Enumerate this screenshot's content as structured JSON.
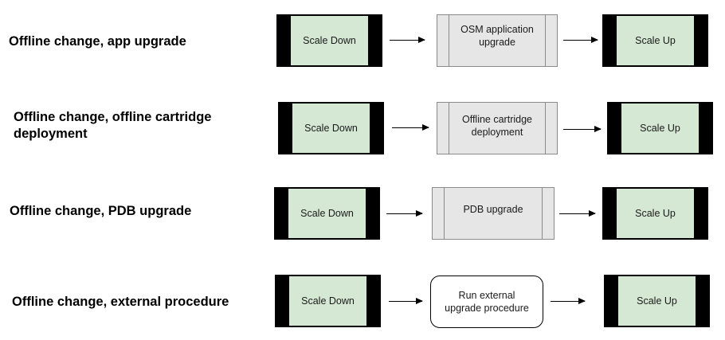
{
  "rows": [
    {
      "label": "Offline change, app upgrade",
      "steps": [
        "Scale Down",
        "OSM application\nupgrade",
        "Scale Up"
      ]
    },
    {
      "label": "Offline change, offline cartridge\ndeployment",
      "steps": [
        "Scale Down",
        "Offline cartridge\ndeployment",
        "Scale Up"
      ]
    },
    {
      "label": "Offline change, PDB upgrade",
      "steps": [
        "Scale Down",
        "PDB upgrade",
        "Scale Up"
      ]
    },
    {
      "label": "Offline change, external procedure",
      "steps": [
        "Scale Down",
        "Run external\nupgrade procedure",
        "Scale Up"
      ]
    }
  ],
  "colors": {
    "scale_fill": "#d5e8d4",
    "scale_border": "#000000",
    "process_fill": "#e6e6e6",
    "process_border": "#8a8a8a"
  }
}
